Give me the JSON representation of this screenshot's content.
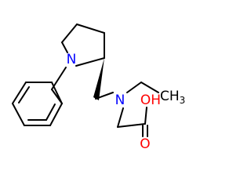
{
  "structure": {
    "atoms": {
      "ring_nitrogen": "N",
      "amine_nitrogen": "N",
      "hydroxyl": "OH",
      "carbonyl_oxygen": "O",
      "methyl": "CH",
      "methyl_subscript": "3"
    },
    "colors": {
      "bond": "#000000",
      "nitrogen": "#0000ff",
      "oxygen": "#ff0000",
      "carbon_label": "#000000"
    }
  }
}
